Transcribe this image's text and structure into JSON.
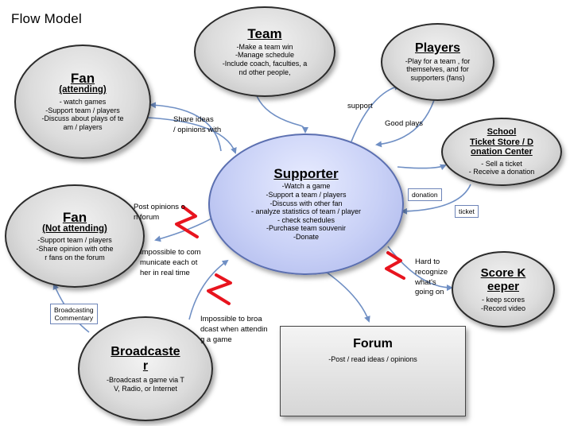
{
  "title": "Flow Model",
  "nodes": {
    "team": {
      "title": "Team",
      "body": "-Make a team win\n-Manage schedule\n-Include coach, faculties, a\nnd other people,"
    },
    "players": {
      "title": "Players",
      "body": "-Play for a team , for\nthemselves, and for\nsupporters (fans)"
    },
    "fan_attending": {
      "title": "Fan",
      "subtitle": "(attending)",
      "body": "- watch games\n-Support team / players\n-Discuss about plays of te\nam / players"
    },
    "school": {
      "title": "School\nTicket Store / D\nonation Center",
      "body": "- Sell a ticket\n- Receive a donation"
    },
    "supporter": {
      "title": "Supporter",
      "body": "-Watch a game\n-Support a team / players\n-Discuss with other fan\n- analyze statistics of team / player\n- check schedules\n-Purchase team souvenir\n-Donate"
    },
    "fan_not_attending": {
      "title": "Fan",
      "subtitle": "(Not attending)",
      "body": "-Support team / players\n-Share opinion with othe\nr fans on the forum"
    },
    "score_keeper": {
      "title": "Score K\neeper",
      "body": "- keep scores\n-Record video"
    },
    "broadcaster": {
      "title": "Broadcaste\nr",
      "body": "-Broadcast a game via T\nV, Radio, or Internet"
    },
    "forum": {
      "title": "Forum",
      "body": "-Post / read ideas / opinions"
    }
  },
  "labels": {
    "share_ideas": "Share ideas\n/ opinions with",
    "support": "support",
    "good_plays": "Good plays",
    "post_opinions": "Post opinions o\nn forum",
    "impossible_communicate": "Impossible to com\nmunicate each ot\nher  in real time",
    "hard_recognize": "Hard to\nrecognize\nwhat's\ngoing on",
    "impossible_broadcast": "Impossible to broa\ndcast when attendin\ng a game"
  },
  "boxes": {
    "donation": "donation",
    "ticket": "ticket",
    "broadcasting": "Broadcasting\nCommentary"
  },
  "colors": {
    "arrow": "#6f8fc4",
    "break_mark": "#e8141e",
    "supporter_fill": "#c8d0f6",
    "node_fill": "#dcdcdc"
  }
}
